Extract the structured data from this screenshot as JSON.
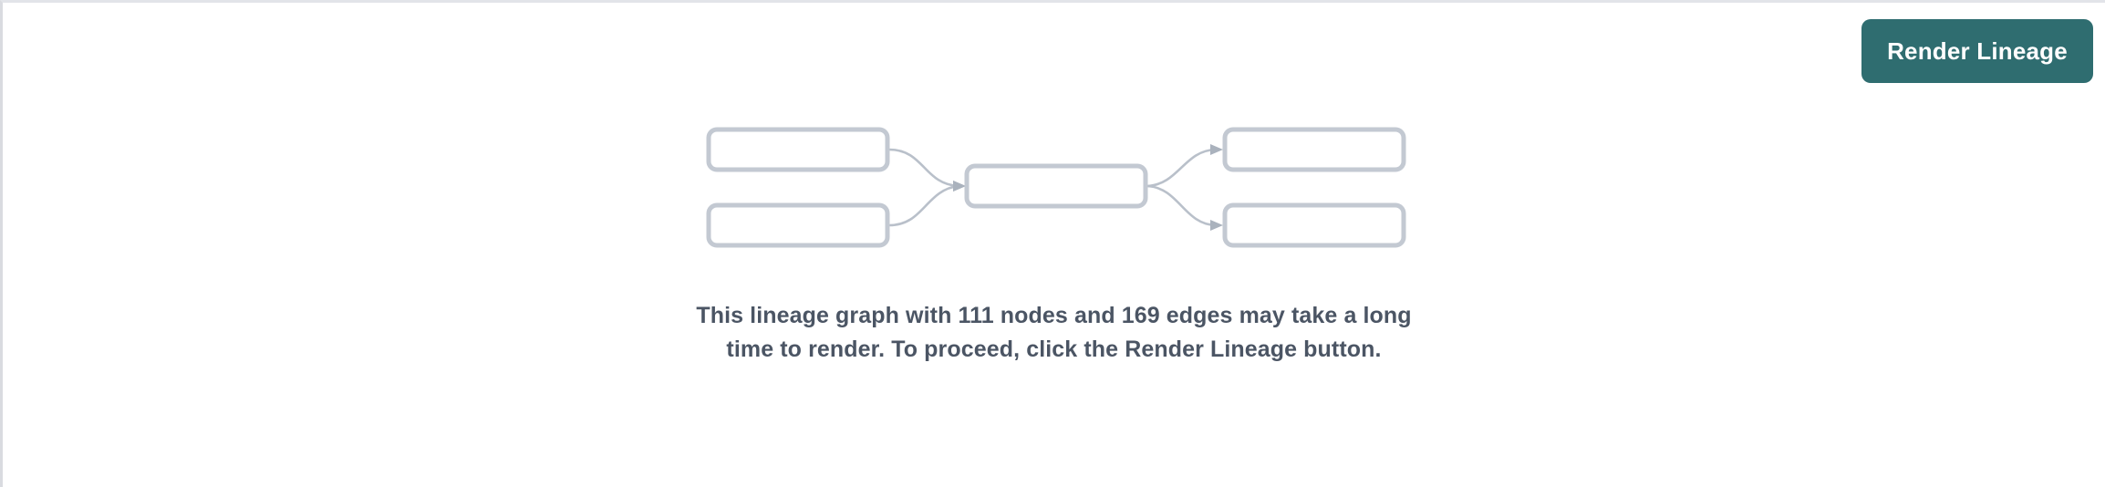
{
  "panel": {
    "background_color": "#ffffff",
    "border_color": "#e2e4e9"
  },
  "toolbar": {
    "render_lineage_label": "Render Lineage",
    "button_color": "#2f6d70",
    "button_text_color": "#ffffff"
  },
  "placeholder_graph": {
    "node_stroke_color": "#c3c9d2",
    "edge_color": "#b9c0ca",
    "nodes": [
      {
        "id": "left-top",
        "label": ""
      },
      {
        "id": "left-bottom",
        "label": ""
      },
      {
        "id": "center",
        "label": ""
      },
      {
        "id": "right-top",
        "label": ""
      },
      {
        "id": "right-bottom",
        "label": ""
      }
    ],
    "edges": [
      {
        "from": "left-top",
        "to": "center"
      },
      {
        "from": "left-bottom",
        "to": "center"
      },
      {
        "from": "center",
        "to": "right-top"
      },
      {
        "from": "center",
        "to": "right-bottom"
      }
    ]
  },
  "notice": {
    "node_count": 111,
    "edge_count": 169,
    "text": "This lineage graph with 111 nodes and 169 edges may take a long time to render. To proceed, click the Render Lineage button.",
    "text_color": "#4b5564"
  }
}
